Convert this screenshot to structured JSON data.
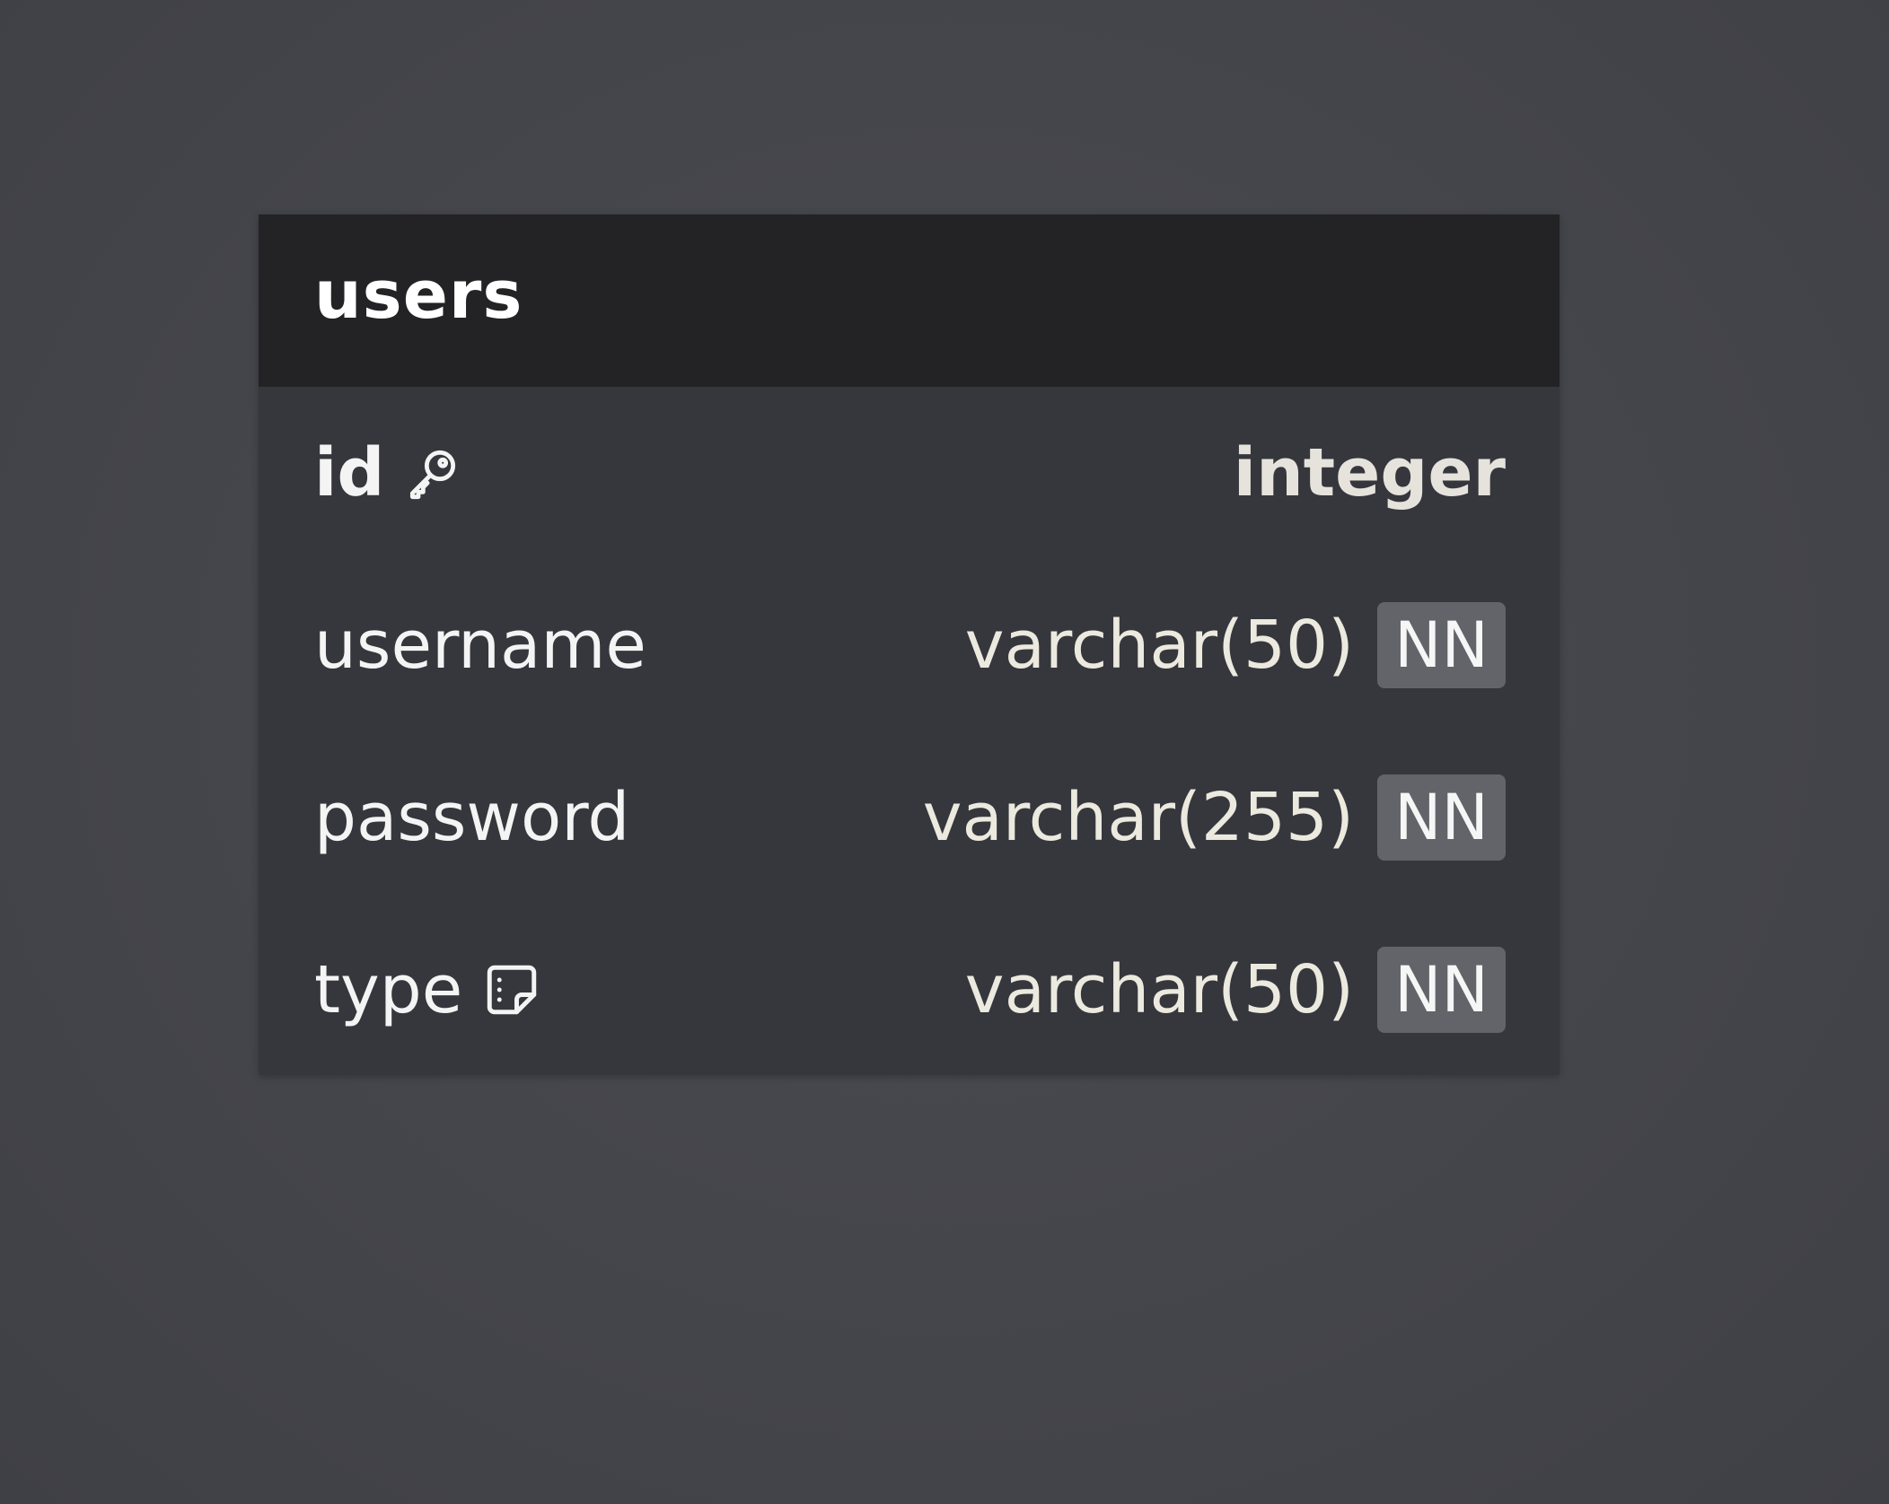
{
  "table": {
    "name": "users",
    "columns": [
      {
        "name": "id",
        "type": "integer",
        "primary_key": true,
        "icon": "key-icon",
        "badge": ""
      },
      {
        "name": "username",
        "type": "varchar(50)",
        "primary_key": false,
        "icon": "",
        "badge": "NN"
      },
      {
        "name": "password",
        "type": "varchar(255)",
        "primary_key": false,
        "icon": "",
        "badge": "NN"
      },
      {
        "name": "type",
        "type": "varchar(50)",
        "primary_key": false,
        "icon": "note-icon",
        "badge": "NN"
      }
    ]
  },
  "colors": {
    "canvas": "#45464c",
    "card_body": "#36373d",
    "card_header": "#232325",
    "badge_bg": "#636469",
    "text": "#f4f4f4"
  }
}
